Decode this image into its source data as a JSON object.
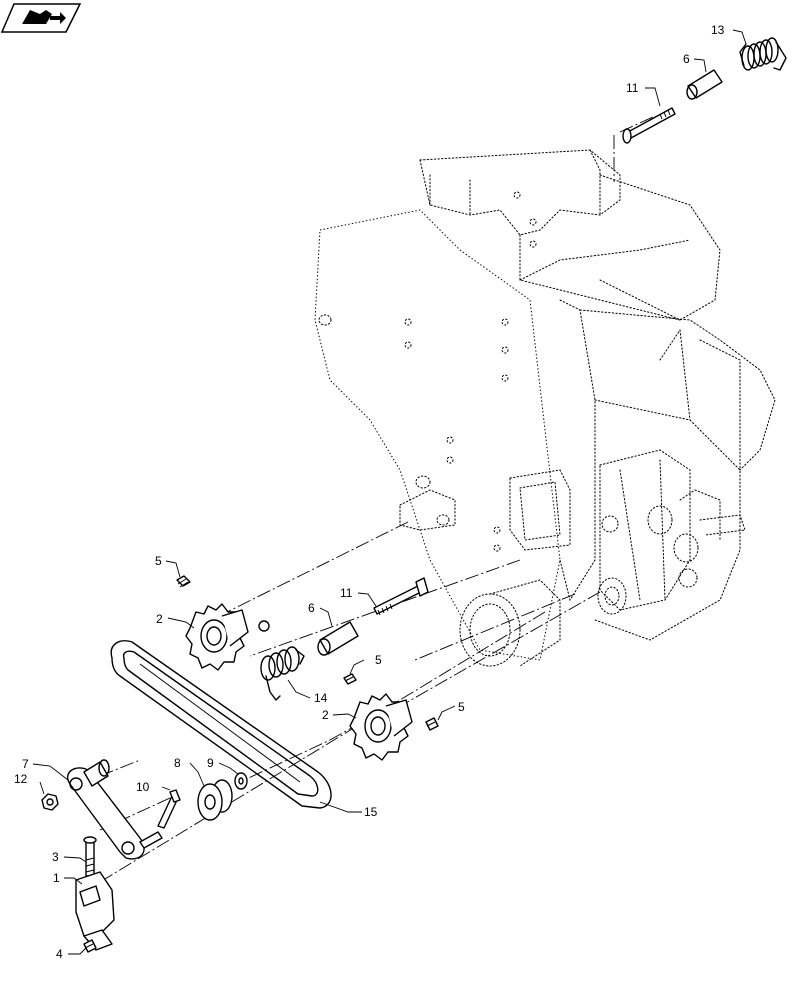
{
  "figure": {
    "nav_icon": "book-arrow-icon",
    "callouts": [
      {
        "id": "c13a",
        "text": "13"
      },
      {
        "id": "c6a",
        "text": "6"
      },
      {
        "id": "c11a",
        "text": "11"
      },
      {
        "id": "c5a",
        "text": "5"
      },
      {
        "id": "c11b",
        "text": "11"
      },
      {
        "id": "c6b",
        "text": "6"
      },
      {
        "id": "c2a",
        "text": "2"
      },
      {
        "id": "c5b",
        "text": "5"
      },
      {
        "id": "c14",
        "text": "14"
      },
      {
        "id": "c2b",
        "text": "2"
      },
      {
        "id": "c5c",
        "text": "5"
      },
      {
        "id": "c7",
        "text": "7"
      },
      {
        "id": "c12",
        "text": "12"
      },
      {
        "id": "c8",
        "text": "8"
      },
      {
        "id": "c9",
        "text": "9"
      },
      {
        "id": "c10",
        "text": "10"
      },
      {
        "id": "c15",
        "text": "15"
      },
      {
        "id": "c3",
        "text": "3"
      },
      {
        "id": "c1",
        "text": "1"
      },
      {
        "id": "c4",
        "text": "4"
      }
    ]
  }
}
